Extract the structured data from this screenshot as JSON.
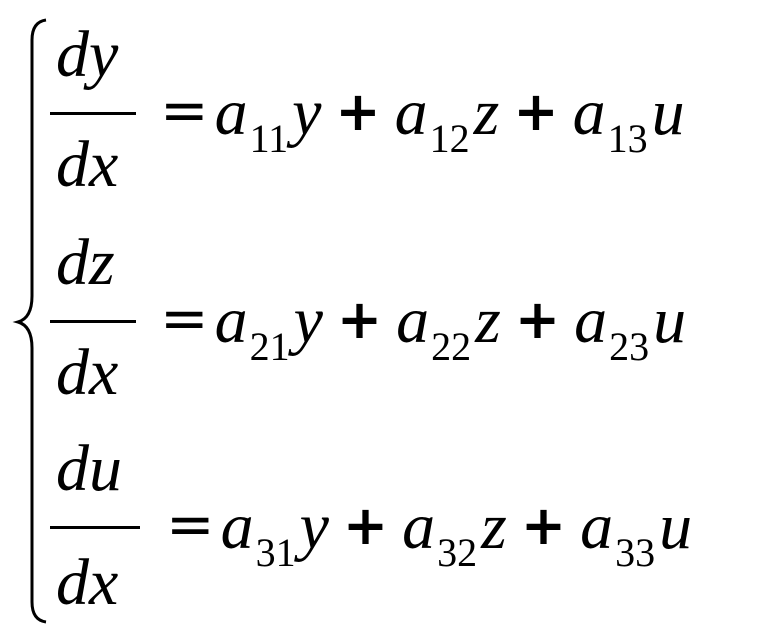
{
  "equations": [
    {
      "num": "dy",
      "den": "dx",
      "equals": "=",
      "terms": [
        {
          "coef": "a",
          "sub": "11",
          "var": "y"
        },
        {
          "coef": "a",
          "sub": "12",
          "var": "z"
        },
        {
          "coef": "a",
          "sub": "13",
          "var": "u"
        }
      ],
      "op": "+"
    },
    {
      "num": "dz",
      "den": "dx",
      "equals": "=",
      "terms": [
        {
          "coef": "a",
          "sub": "21",
          "var": "y"
        },
        {
          "coef": "a",
          "sub": "22",
          "var": "z"
        },
        {
          "coef": "a",
          "sub": "23",
          "var": "u"
        }
      ],
      "op": "+"
    },
    {
      "num": "du",
      "den": "dx",
      "equals": "=",
      "terms": [
        {
          "coef": "a",
          "sub": "31",
          "var": "y"
        },
        {
          "coef": "a",
          "sub": "32",
          "var": "z"
        },
        {
          "coef": "a",
          "sub": "33",
          "var": "u"
        }
      ],
      "op": "+"
    }
  ]
}
